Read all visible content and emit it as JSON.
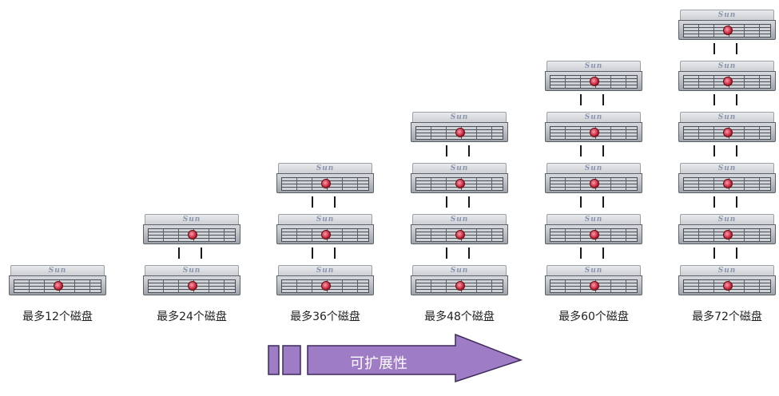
{
  "columns": [
    {
      "label": "最多12个磁盘",
      "units": 1
    },
    {
      "label": "最多24个磁盘",
      "units": 2
    },
    {
      "label": "最多36个磁盘",
      "units": 3
    },
    {
      "label": "最多48个磁盘",
      "units": 4
    },
    {
      "label": "最多60个磁盘",
      "units": 5
    },
    {
      "label": "最多72个磁盘",
      "units": 6
    }
  ],
  "brand": "Sun",
  "arrow": {
    "label": "可扩展性"
  },
  "colors": {
    "arrow_fill": "#9f7cc6",
    "arrow_stroke": "#3d2a5a",
    "connector": "#1a1a1a"
  }
}
